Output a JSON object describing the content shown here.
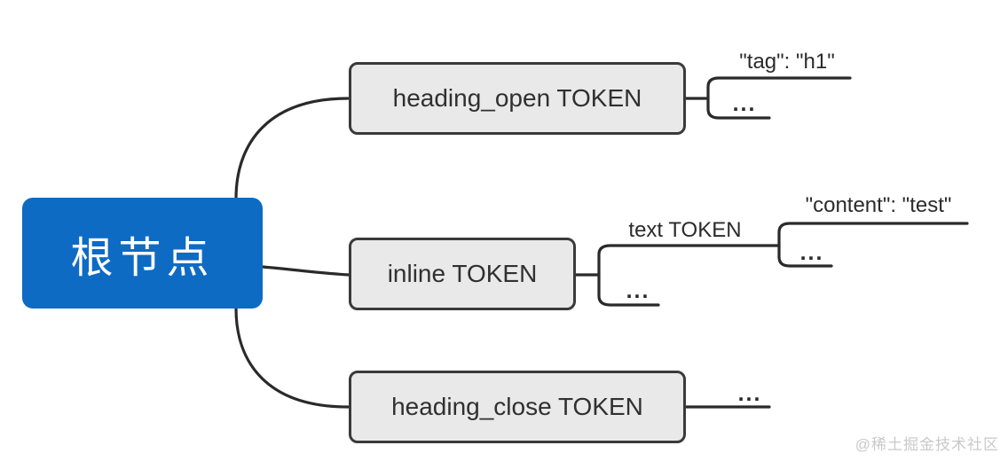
{
  "diagram": {
    "title_hint": "markdown token tree mind map",
    "root": {
      "label": "根节点"
    },
    "children": [
      {
        "label": "heading_open TOKEN",
        "children": [
          {
            "label": "\"tag\": \"h1\""
          },
          {
            "label": "..."
          }
        ]
      },
      {
        "label": "inline TOKEN",
        "children": [
          {
            "label": "text TOKEN",
            "children": [
              {
                "label": "\"content\": \"test\""
              },
              {
                "label": "..."
              }
            ]
          },
          {
            "label": "..."
          }
        ]
      },
      {
        "label": "heading_close TOKEN",
        "children": [
          {
            "label": "..."
          }
        ]
      }
    ]
  },
  "colors": {
    "root_fill": "#0E6BC4",
    "root_text": "#FFFFFF",
    "node_fill": "#E9E9E9",
    "node_border": "#3A3A3A",
    "edge_stroke": "#2A2A2A",
    "watermark_text": "#C9C9C9"
  },
  "watermark": "@稀土掘金技术社区"
}
